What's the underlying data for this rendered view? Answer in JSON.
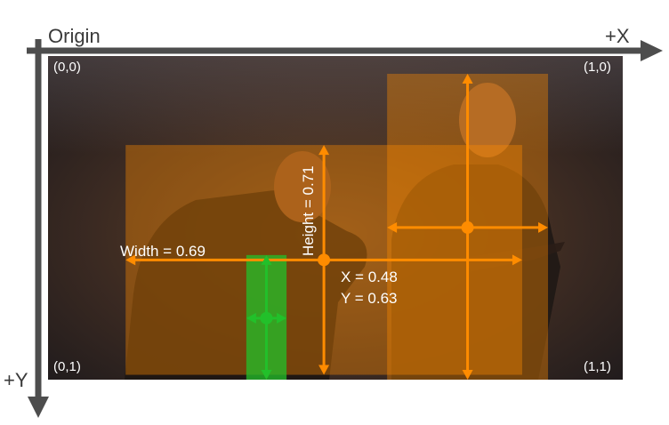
{
  "axes": {
    "origin_label": "Origin",
    "x_label": "+X",
    "y_label": "+Y",
    "color": "#4d4d4d"
  },
  "corners": {
    "top_left": "(0,0)",
    "top_right": "(1,0)",
    "bottom_left": "(0,1)",
    "bottom_right": "(1,1)"
  },
  "annotations": {
    "width_label": "Width = 0.69",
    "height_label": "Height = 0.71",
    "x_label": "X = 0.48",
    "y_label": "Y = 0.63"
  },
  "boxes": [
    {
      "role": "large-box",
      "x_center": 0.48,
      "y_center": 0.63,
      "width": 0.69,
      "height": 0.71,
      "color": "#ff8c00"
    },
    {
      "role": "right-person-box",
      "x_center": 0.73,
      "y_center": 0.53,
      "width": 0.28,
      "height": 0.95,
      "color": "#ff8c00"
    },
    {
      "role": "small-green-box",
      "x_center": 0.38,
      "y_center": 0.81,
      "width": 0.07,
      "height": 0.39,
      "color": "#22c02a"
    }
  ],
  "colors": {
    "accent": "#ff8c00",
    "green": "#22c02a",
    "axis": "#4d4d4d"
  }
}
